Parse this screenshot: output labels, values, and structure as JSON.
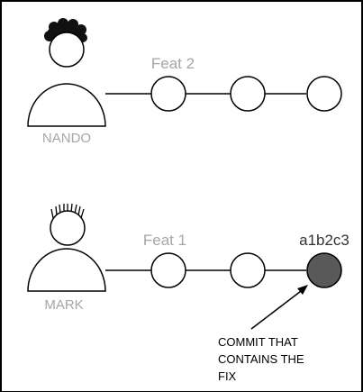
{
  "developers": [
    {
      "name": "NANDO",
      "branch_label": "Feat 2",
      "hair": "curly",
      "commits": [
        {
          "filled": false
        },
        {
          "filled": false
        },
        {
          "filled": false
        }
      ]
    },
    {
      "name": "MARK",
      "branch_label": "Feat 1",
      "hair": "spiky",
      "commits": [
        {
          "filled": false
        },
        {
          "filled": false
        },
        {
          "filled": true,
          "hash": "a1b2c3"
        }
      ]
    }
  ],
  "annotation": {
    "lines": [
      "COMMIT THAT",
      "CONTAINS THE",
      "FIX"
    ]
  },
  "colors": {
    "frame": "#000000",
    "name_text": "#a6a6a6",
    "branch_text": "#a6a6a6",
    "hash_text": "#333333",
    "fix_commit_fill": "#595959",
    "hair": "#111111"
  }
}
